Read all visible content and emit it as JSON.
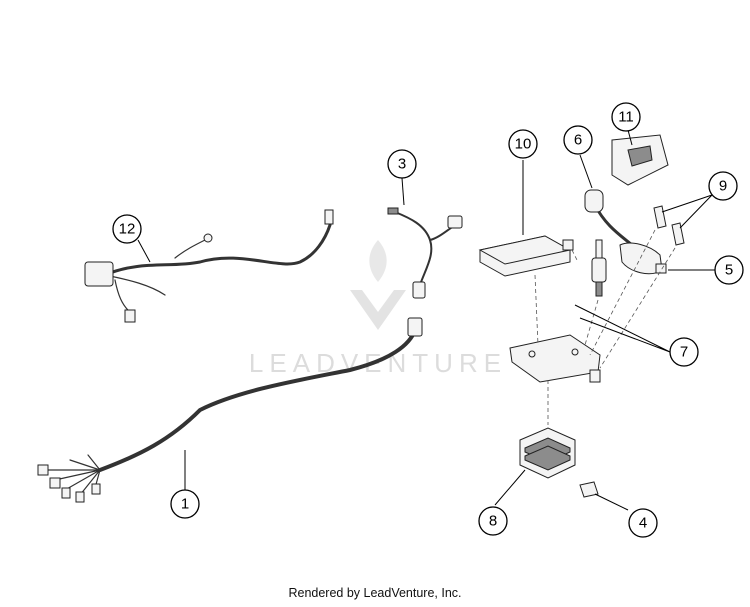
{
  "callouts": [
    {
      "label": "1"
    },
    {
      "label": "3"
    },
    {
      "label": "4"
    },
    {
      "label": "5"
    },
    {
      "label": "6"
    },
    {
      "label": "7"
    },
    {
      "label": "8"
    },
    {
      "label": "9"
    },
    {
      "label": "10"
    },
    {
      "label": "11"
    },
    {
      "label": "12"
    }
  ],
  "watermark": "LEADVENTURE",
  "footer": "Rendered by LeadVenture, Inc."
}
